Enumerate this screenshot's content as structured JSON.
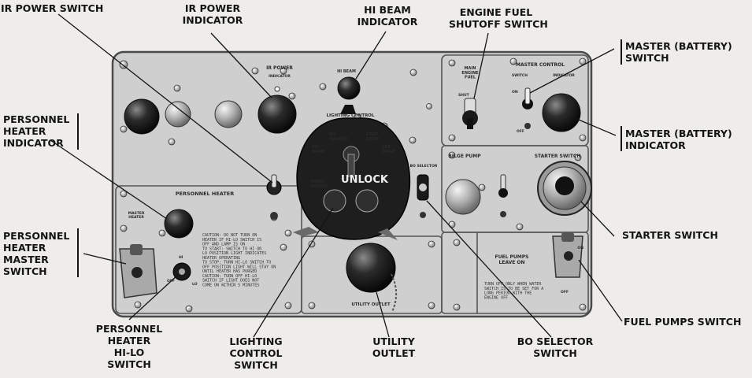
{
  "callouts": {
    "ir_power_switch": "IR POWER SWITCH",
    "ir_power_indicator": "IR POWER\nINDICATOR",
    "hi_beam_indicator": "HI BEAM\nINDICATOR",
    "engine_fuel_shutoff": "ENGINE FUEL\nSHUTOFF SWITCH",
    "master_battery_switch": "MASTER (BATTERY)\nSWITCH",
    "personnel_heater_indicator": "PERSONNEL\nHEATER\nINDICATOR",
    "master_battery_indicator": "MASTER (BATTERY)\nINDICATOR",
    "personnel_heater_master_switch": "PERSONNEL\nHEATER\nMASTER\nSWITCH",
    "starter_switch": "STARTER SWITCH",
    "fuel_pumps_switch": "FUEL PUMPS SWITCH",
    "personnel_heater_hilo": "PERSONNEL\nHEATER\nHI-LO\nSWITCH",
    "lighting_control_switch": "LIGHTING\nCONTROL\nSWITCH",
    "utility_outlet": "UTILITY\nOUTLET",
    "bo_selector_switch": "BO SELECTOR\nSWITCH"
  },
  "panel_labels": {
    "ir_power": "IR POWER",
    "indicator": "INDICATOR",
    "hi_beam": "HI BEAM",
    "lighting_control": "LIGHTING CONTROL",
    "unlock": "UNLOCK",
    "main_engine_fuel": "MAIN\nENGINE\nFUEL",
    "master_control": "MASTER CONTROL",
    "switch": "SWITCH",
    "on": "ON",
    "off": "OFF",
    "shut": "SHUT",
    "personnel_heater": "PERSONNEL HEATER",
    "master_heater": "MASTER\nHEATER",
    "hi": "HI",
    "lo": "LO",
    "bilge_pump": "BILGE PUMP",
    "starter_switch": "STARTER SWITCH",
    "bo_selector": "BO SELECTOR",
    "fuel_pumps_leave_on": "FUEL PUMPS\nLEAVE ON",
    "utility_outlet": "UTILITY OUTLET",
    "stop_light": "STOP\nLIGHT",
    "ser_drive": "SER\nDRIVE",
    "bo_drive": "BO\nDRIVE",
    "bo_marker": "BO\nMARKER",
    "panel_bright": "PANEL\nBRIGHT",
    "caution_text": "CAUTION: DO NOT TURN ON\nHEATER IF HI-LO SWITCH IS\nOFF AND LAMP IS ON\nTO START: SWITCH TO HI OR\nLO POSITION LIGHT INDICATES\nHEATER OPERATING\nTO STOP: TURN HI-LO SWITCH TO\nOFF POSITION LIGHT WILL STAY ON\nUNTIL HEATER HAS PURGED\nCAUTION: TURN OFF HI-LO\nSWITCH IF LIGHT DOES NOT\nCOME ON WITHIN 5 MINUTES",
    "fuel_note": "TURN OFF ONLY WHEN WATER\nSWITCH IS TO BE SET FOR A\nLONG PERIOD WITH THE\nENGINE OFF"
  }
}
